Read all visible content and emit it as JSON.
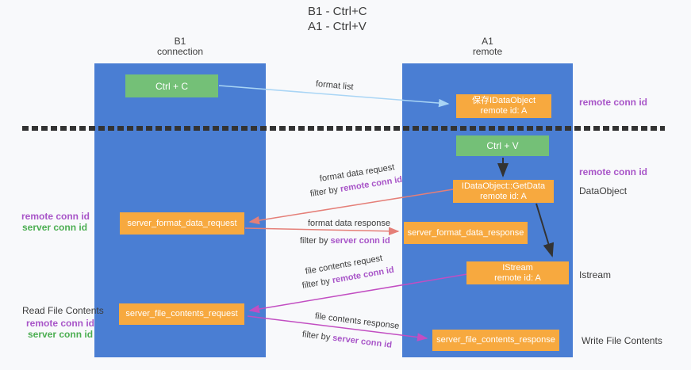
{
  "title": {
    "line1": "B1 - Ctrl+C",
    "line2": "A1 - Ctrl+V"
  },
  "columns": {
    "left": {
      "name": "B1",
      "role": "connection"
    },
    "right": {
      "name": "A1",
      "role": "remote"
    }
  },
  "nodes": {
    "ctrl_c": "Ctrl + C",
    "ctrl_v": "Ctrl + V",
    "save_idataobject": {
      "line1": "保存IDataObject",
      "line2": "remote id: A"
    },
    "getdata": {
      "line1": "IDataObject::GetData",
      "line2": "remote id: A"
    },
    "istream": {
      "line1": "IStream",
      "line2": "remote id: A"
    },
    "server_format_data_request": "server_format_data_request",
    "server_format_data_response": "server_format_data_response",
    "server_file_contents_request": "server_file_contents_request",
    "server_file_contents_response": "server_file_contents_response"
  },
  "edge_labels": {
    "format_list": "format list",
    "format_data_request": "format data request",
    "format_data_response": "format data response",
    "file_contents_request": "file contents request",
    "file_contents_response": "file contents response",
    "filter_by": "filter by "
  },
  "strings": {
    "remote_conn_id": "remote conn id",
    "server_conn_id": "server conn id"
  },
  "side_labels": {
    "dataobject": "DataObject",
    "istream": "Istream",
    "read_file_contents": "Read File Contents",
    "write_file_contents": "Write File Contents"
  },
  "colors": {
    "background": "#f8f9fb",
    "column_blue": "#4a7ed3",
    "node_green": "#74c077",
    "node_orange": "#f7a93f",
    "arrow_lightblue": "#a9d5f5",
    "arrow_salmon": "#e57f78",
    "arrow_magenta": "#c24ec2",
    "arrow_black": "#333333",
    "text_purple": "#a855c8",
    "text_green": "#4cae52",
    "dashed_line": "#333333",
    "text_dark": "#3c3c3c"
  }
}
